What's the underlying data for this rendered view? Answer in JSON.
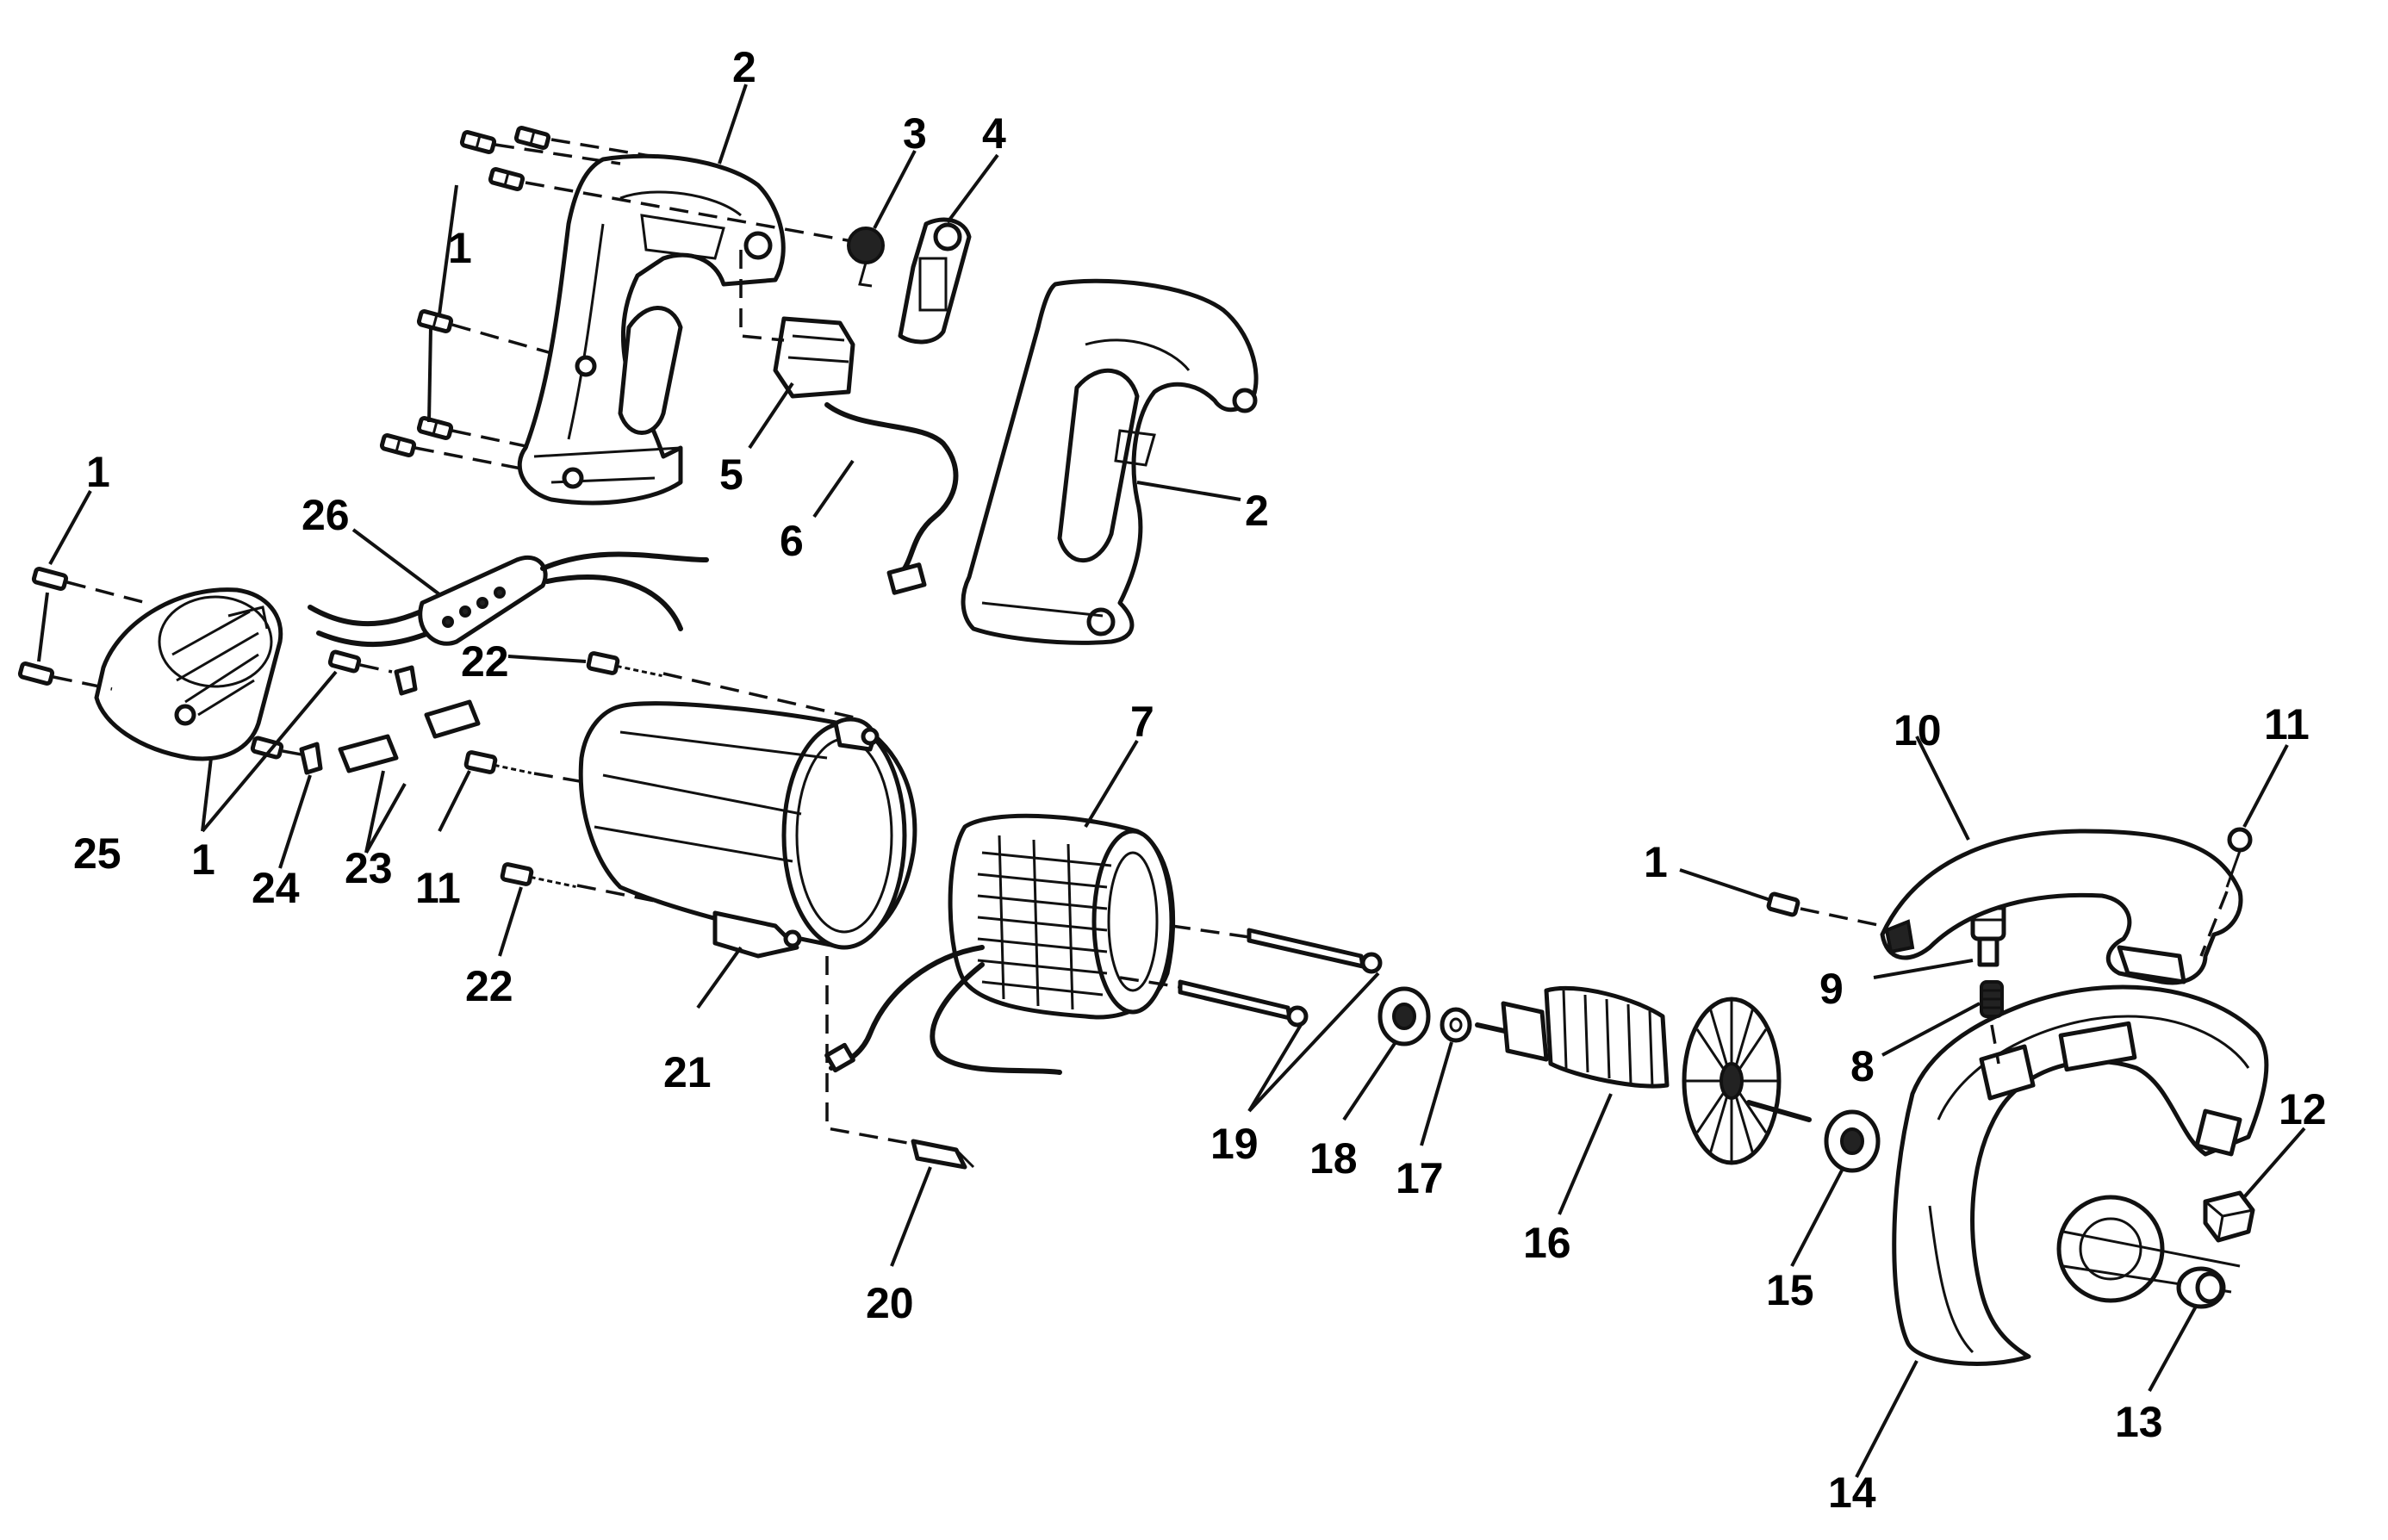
{
  "diagram": {
    "background": "#ffffff",
    "ink": "#111111",
    "callouts": [
      {
        "id": "c2a",
        "text": "2"
      },
      {
        "id": "c3",
        "text": "3"
      },
      {
        "id": "c4",
        "text": "4"
      },
      {
        "id": "c1a",
        "text": "1"
      },
      {
        "id": "c5",
        "text": "5"
      },
      {
        "id": "c6",
        "text": "6"
      },
      {
        "id": "c2b",
        "text": "2"
      },
      {
        "id": "c1b",
        "text": "1"
      },
      {
        "id": "c26",
        "text": "26"
      },
      {
        "id": "c22a",
        "text": "22"
      },
      {
        "id": "c25",
        "text": "25"
      },
      {
        "id": "c1c",
        "text": "1"
      },
      {
        "id": "c24",
        "text": "24"
      },
      {
        "id": "c23",
        "text": "23"
      },
      {
        "id": "c11a",
        "text": "11"
      },
      {
        "id": "c22b",
        "text": "22"
      },
      {
        "id": "c21",
        "text": "21"
      },
      {
        "id": "c7",
        "text": "7"
      },
      {
        "id": "c10",
        "text": "10"
      },
      {
        "id": "c11b",
        "text": "11"
      },
      {
        "id": "c1d",
        "text": "1"
      },
      {
        "id": "c9",
        "text": "9"
      },
      {
        "id": "c8",
        "text": "8"
      },
      {
        "id": "c12",
        "text": "12"
      },
      {
        "id": "c19",
        "text": "19"
      },
      {
        "id": "c18",
        "text": "18"
      },
      {
        "id": "c17",
        "text": "17"
      },
      {
        "id": "c16",
        "text": "16"
      },
      {
        "id": "c15",
        "text": "15"
      },
      {
        "id": "c20",
        "text": "20"
      },
      {
        "id": "c13",
        "text": "13"
      },
      {
        "id": "c14",
        "text": "14"
      }
    ]
  }
}
